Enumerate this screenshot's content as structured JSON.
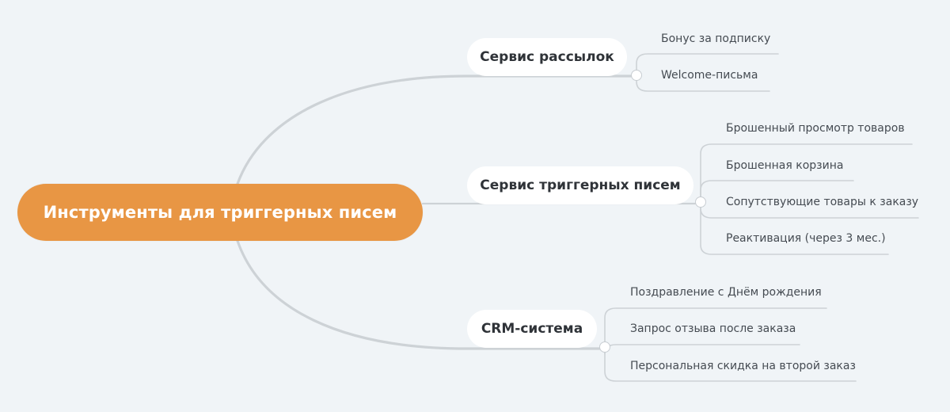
{
  "colors": {
    "background": "#f0f4f7",
    "root_fill": "#e89644",
    "root_text": "#ffffff",
    "node_fill": "#ffffff",
    "node_text": "#2f3338",
    "leaf_text": "#454b52",
    "connector": "#cdd2d6"
  },
  "root": {
    "label": "Инструменты для триггерных писем"
  },
  "branches": [
    {
      "label": "Сервис рассылок",
      "leaves": [
        "Бонус за подписку",
        "Welcome-письма"
      ]
    },
    {
      "label": "Сервис триггерных писем",
      "leaves": [
        "Брошенный просмотр товаров",
        "Брошенная корзина",
        "Сопутствующие товары к заказу",
        "Реактивация (через 3 мес.)"
      ]
    },
    {
      "label": "CRM-система",
      "leaves": [
        "Поздравление с Днём рождения",
        "Запрос отзыва после заказа",
        "Персональная скидка на второй заказ"
      ]
    }
  ]
}
